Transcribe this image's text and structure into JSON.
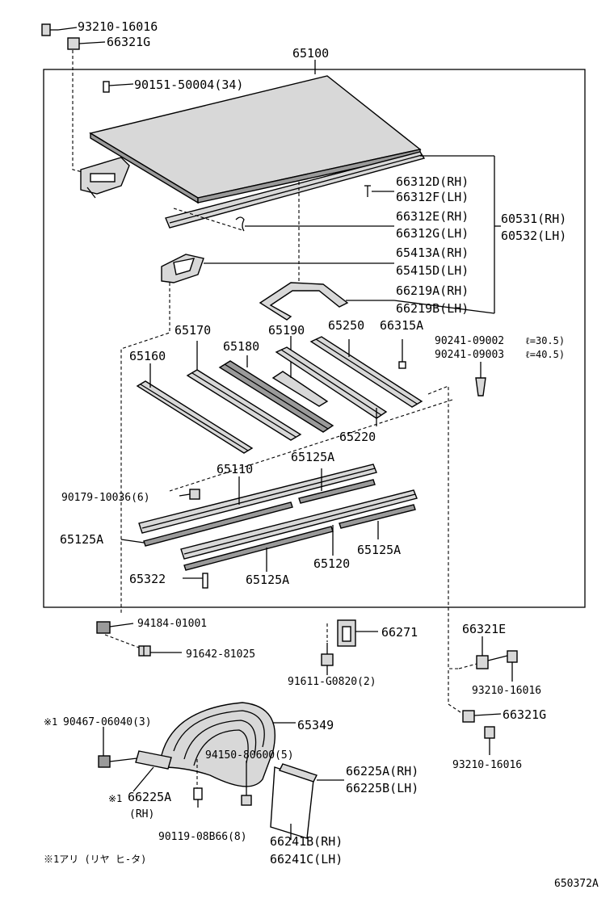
{
  "labels": {
    "p93210_16016_top": "93210-16016",
    "p66321g_top": "66321G",
    "p65100": "65100",
    "p90151": "90151-50004(34)",
    "p66312d": "66312D(RH)",
    "p66312f": "66312F(LH)",
    "p66312e": "66312E(RH)",
    "p66312g": "66312G(LH)",
    "p60531": "60531(RH)",
    "p60532": "60532(LH)",
    "p65413a": "65413A(RH)",
    "p65415d": "65415D(LH)",
    "p66219a": "66219A(RH)",
    "p66219b": "66219B(LH)",
    "p65170": "65170",
    "p65190": "65190",
    "p65250": "65250",
    "p66315a": "66315A",
    "p90241_1": "90241-09002",
    "p90241_1_note": "ℓ=30.5)",
    "p90241_2": "90241-09003",
    "p90241_2_note": "ℓ=40.5)",
    "p65160": "65160",
    "p65180": "65180",
    "p65220": "65220",
    "p65110": "65110",
    "p65125a_top": "65125A",
    "p90179": "90179-10036(6)",
    "p65125a_left": "65125A",
    "p65125a_right": "65125A",
    "p65120": "65120",
    "p65322": "65322",
    "p65125a_bottom": "65125A",
    "p94184": "94184-01001",
    "p91642": "91642-81025",
    "p66271": "66271",
    "p91611": "91611-G0820(2)",
    "p66321e": "66321E",
    "p93210_16016_mid": "93210-16016",
    "p66321g_low": "66321G",
    "p93210_16016_low": "93210-16016",
    "p90467_mark": "※1",
    "p90467": "90467-06040(3)",
    "p65349": "65349",
    "p94150": "94150-80600(5)",
    "p66225a_mark": "※1",
    "p66225a_left": "66225A",
    "p66225a_left_rh": "(RH)",
    "p66225a_rh": "66225A(RH)",
    "p66225b_lh": "66225B(LH)",
    "p90119": "90119-08B66(8)",
    "p66241b": "66241B(RH)",
    "p66241c": "66241C(LH)",
    "footnote": "※1アリ (リヤ ヒ-タ)",
    "figure_code": "650372A"
  }
}
